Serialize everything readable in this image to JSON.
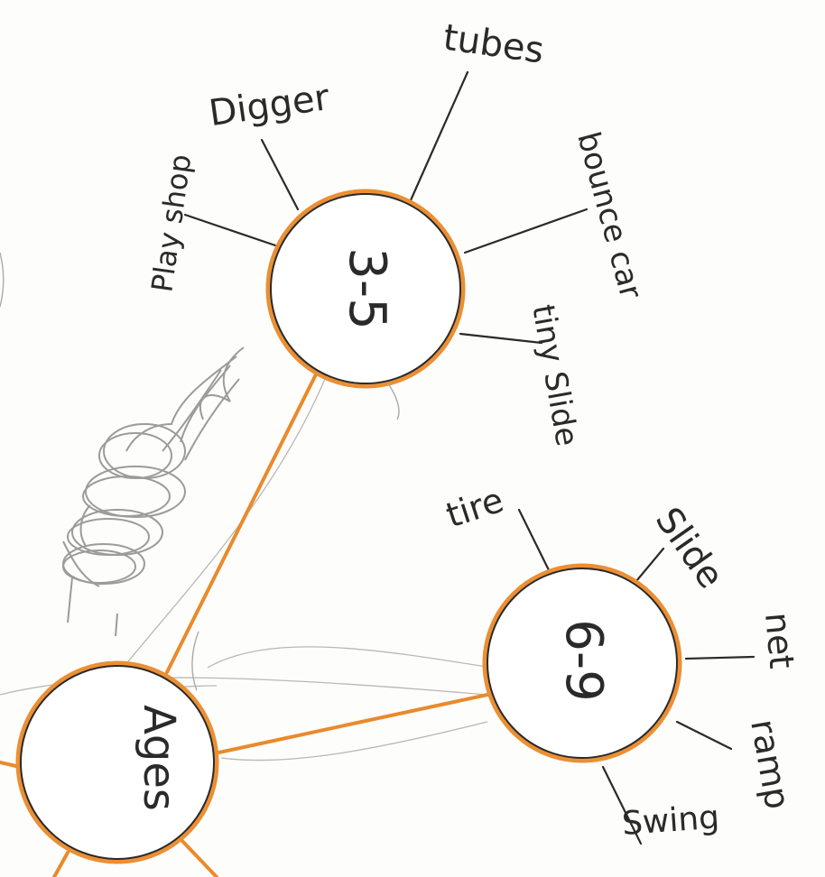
{
  "diagram": {
    "central_node": {
      "label": "Ages"
    },
    "nodes": [
      {
        "id": "age-3-5",
        "label": "3-5",
        "branches": [
          "Digger",
          "tubes",
          "bounce car",
          "tiny Slide",
          "Play shop"
        ]
      },
      {
        "id": "age-6-9",
        "label": "6-9",
        "branches": [
          "tire",
          "Slide",
          "net",
          "ramp",
          "Swing"
        ]
      }
    ],
    "colors": {
      "connector": "#e98a2c",
      "ink": "#2a2a2a",
      "pencil": "#8a8a8a"
    },
    "decorations": [
      "pencil-scribble-drawing"
    ]
  }
}
